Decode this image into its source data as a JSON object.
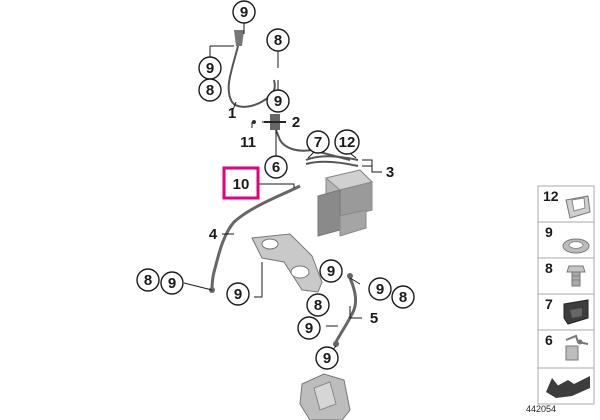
{
  "diagram": {
    "id": "442054",
    "highlight_color": "#e6007e",
    "callouts": {
      "c9_top": "9",
      "c8_top": "8",
      "c9_a": "9",
      "c8_a": "8",
      "c9_b": "9",
      "c1": "1",
      "c2": "2",
      "c11": "11",
      "c7": "7",
      "c12": "12",
      "c6": "6",
      "c3": "3",
      "c10": "10",
      "c4": "4",
      "c8_c": "8",
      "c9_c": "9",
      "c9_d": "9",
      "c9_e": "9",
      "c9_f": "9",
      "c8_f": "8",
      "c8_g": "8",
      "c9_g": "9",
      "c5": "5",
      "c9_h": "9"
    },
    "legend": [
      {
        "num": "12",
        "icon": "bracket-clip-icon"
      },
      {
        "num": "9",
        "icon": "seal-washer-icon"
      },
      {
        "num": "8",
        "icon": "banjo-bolt-icon"
      },
      {
        "num": "7",
        "icon": "hose-clip-icon"
      },
      {
        "num": "6",
        "icon": "holder-clamp-icon"
      }
    ]
  }
}
